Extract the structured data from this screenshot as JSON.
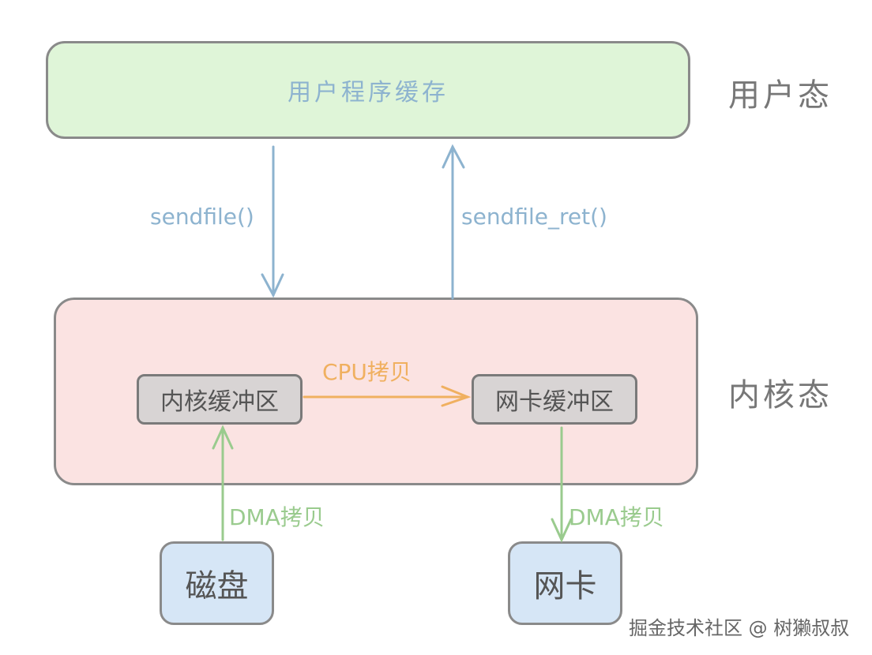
{
  "diagram": {
    "user_buffer": "用户程序缓存",
    "user_mode": "用户态",
    "kernel_mode": "内核态",
    "kernel_buffer": "内核缓冲区",
    "nic_buffer": "网卡缓冲区",
    "disk": "磁盘",
    "nic": "网卡",
    "sendfile_call": "sendfile()",
    "sendfile_return": "sendfile_ret()",
    "cpu_copy": "CPU拷贝",
    "dma_copy_left": "DMA拷贝",
    "dma_copy_right": "DMA拷贝"
  },
  "watermark": "掘金技术社区 @ 树獭叔叔",
  "colors": {
    "user_fill": "#dff5d8",
    "kernel_fill": "#fbe3e2",
    "buffer_fill": "#d8d4d4",
    "device_fill": "#d6e6f6",
    "blue_arrow": "#8db3cf",
    "orange_arrow": "#f0b060",
    "green_arrow": "#9acb8e"
  }
}
